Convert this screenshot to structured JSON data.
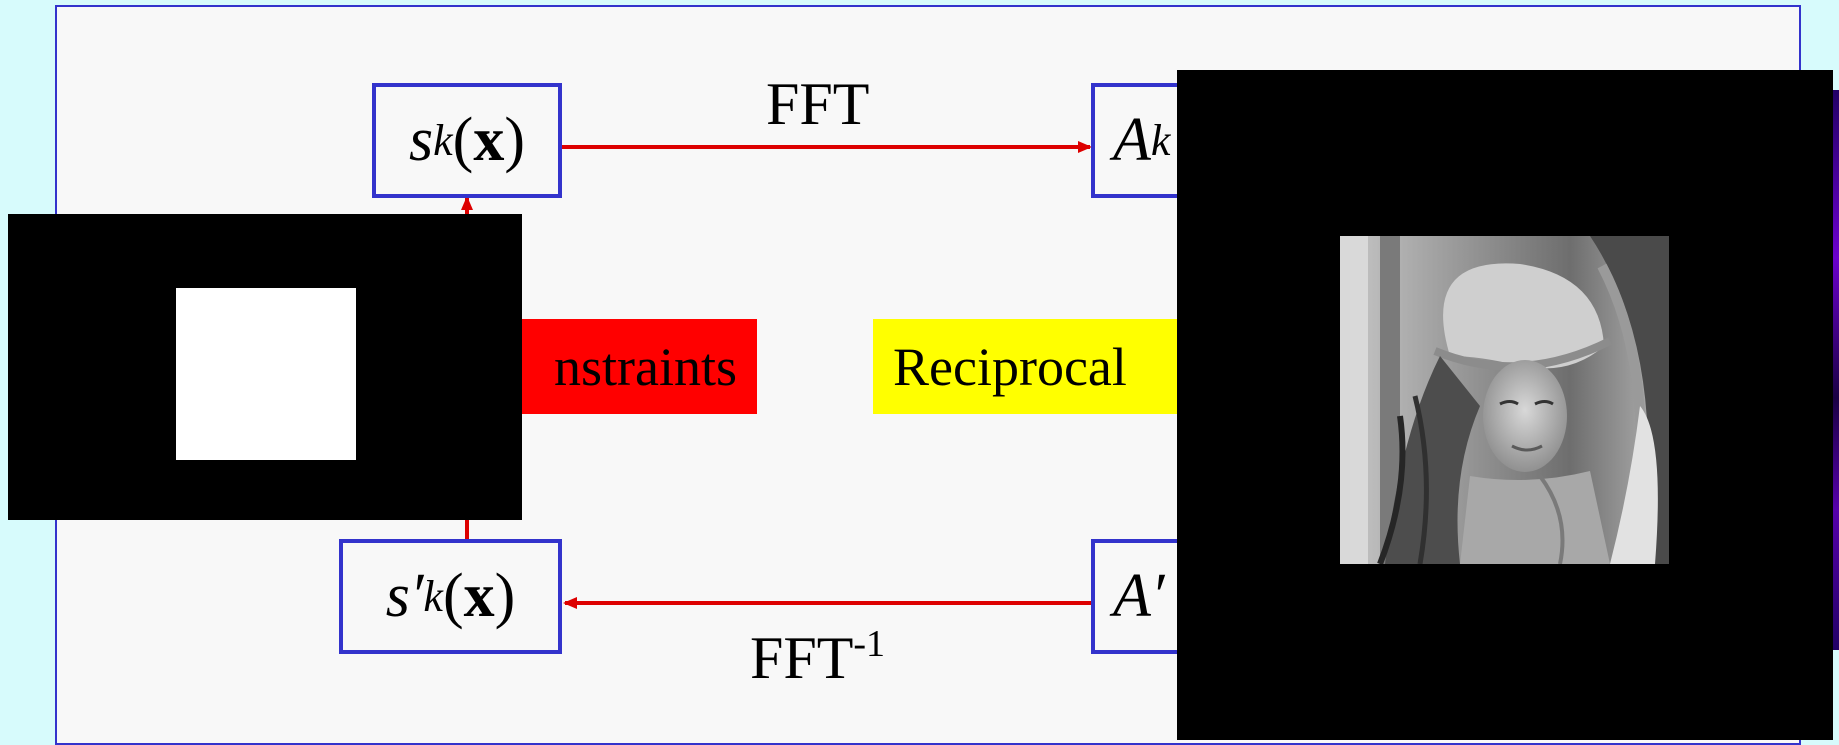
{
  "nodes": {
    "top_left": {
      "base": "s",
      "sub": "k",
      "arg_open": "(",
      "arg": "x",
      "arg_close": ")"
    },
    "top_right": {
      "base": "A",
      "sub": "k"
    },
    "bottom_left": {
      "base": "s′",
      "sub": "k",
      "arg_open": "(",
      "arg": "x",
      "arg_close": ")"
    },
    "bottom_right": {
      "base": "A′"
    }
  },
  "edges": {
    "forward_label": "FFT",
    "inverse_label_base": "FFT",
    "inverse_label_sup": "-1"
  },
  "boxes": {
    "real_space_constraints": "nstraints",
    "reciprocal_space": "Reciprocal"
  },
  "colors": {
    "background": "#d7fbfc",
    "slide": "#f8f8f8",
    "node_border": "#3333cc",
    "arrow": "#dd0000",
    "constraints_box": "#ff0000",
    "reciprocal_box": "#ffff00"
  },
  "images": {
    "support_mask": "white square on black (support image)",
    "photo": "grayscale portrait photo"
  }
}
